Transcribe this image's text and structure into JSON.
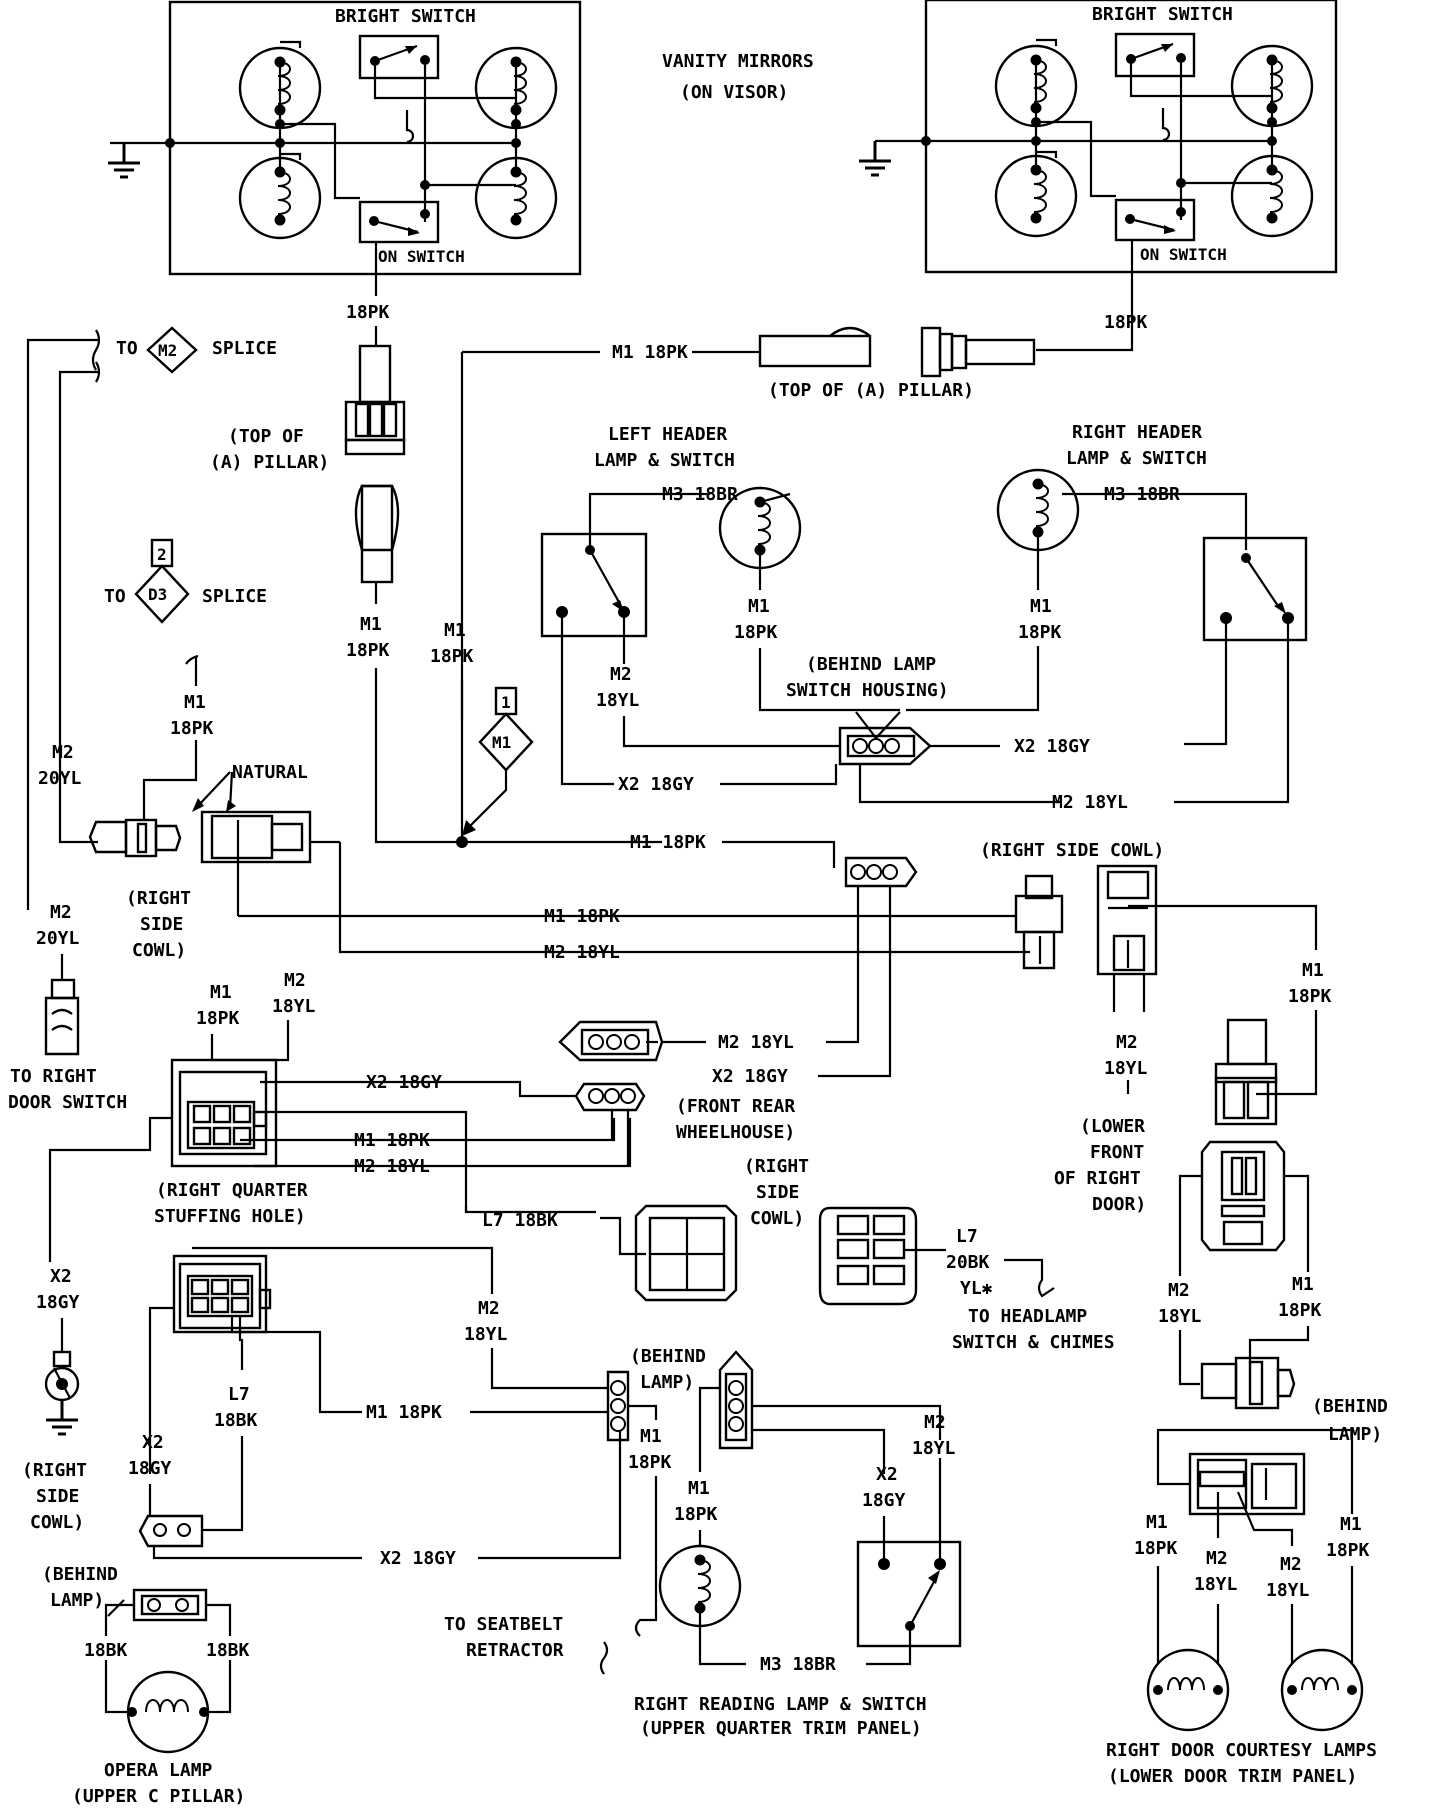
{
  "labels": {
    "vanity_mirrors": "VANITY MIRRORS",
    "on_visor": "(ON VISOR)",
    "bright_switch": "BRIGHT SWITCH",
    "on_switch": "ON SWITCH",
    "w_18pk": "18PK",
    "m2_splice_to": "TO",
    "m2_splice_name": "M2",
    "splice": "SPLICE",
    "d3_splice_name": "D3",
    "d3_num": "2",
    "top_of_a_pillar_1": "(TOP OF",
    "top_of_a_pillar_2": "(A) PILLAR)",
    "top_of_a_pillar_row": "(TOP OF (A) PILLAR)",
    "m1_18pk": "M1 18PK",
    "m1": "M1",
    "m2": "M2",
    "x2": "X2",
    "l7": "L7",
    "w_18yl": "18YL",
    "w_18gy": "18GY",
    "w_18bk": "18BK",
    "w_20yl": "20YL",
    "left_header_1": "LEFT HEADER",
    "left_header_2": "LAMP & SWITCH",
    "right_header_1": "RIGHT HEADER",
    "right_header_2": "LAMP & SWITCH",
    "m3_18br": "M3 18BR",
    "behind_lamp_sw_1": "(BEHIND LAMP",
    "behind_lamp_sw_2": "SWITCH HOUSING)",
    "x2_18gy": "X2 18GY",
    "m2_18yl": "M2 18YL",
    "m1_splice_num": "1",
    "natural": "NATURAL",
    "right_side_cowl_row": "(RIGHT SIDE COWL)",
    "rsc_1": "(RIGHT",
    "rsc_2": "SIDE",
    "rsc_3": "COWL)",
    "to_right_door_1": "TO RIGHT",
    "to_right_door_2": "DOOR SWITCH",
    "front_rear_1": "(FRONT REAR",
    "front_rear_2": "WHEELHOUSE)",
    "lower_front_1": "(LOWER",
    "lower_front_2": "FRONT",
    "lower_front_3": "OF RIGHT",
    "lower_front_4": "DOOR)",
    "rqsh_1": "(RIGHT QUARTER",
    "rqsh_2": "STUFFING HOLE)",
    "l7_18bk": "L7 18BK",
    "l7_20bk": "L7",
    "w_20bk": "20BK",
    "yl_star": "YL✱",
    "to_headlamp_1": "TO HEADLAMP",
    "to_headlamp_2": "SWITCH & CHIMES",
    "behind_lamp_1": "(BEHIND",
    "behind_lamp_2": "LAMP)",
    "to_seatbelt_1": "TO SEATBELT",
    "to_seatbelt_2": "RETRACTOR",
    "right_reading_1": "RIGHT READING LAMP & SWITCH",
    "right_reading_2": "(UPPER QUARTER TRIM PANEL)",
    "opera_1": "OPERA LAMP",
    "opera_2": "(UPPER C PILLAR)",
    "courtesy_1": "RIGHT DOOR COURTESY LAMPS",
    "courtesy_2": "(LOWER DOOR TRIM PANEL)"
  }
}
